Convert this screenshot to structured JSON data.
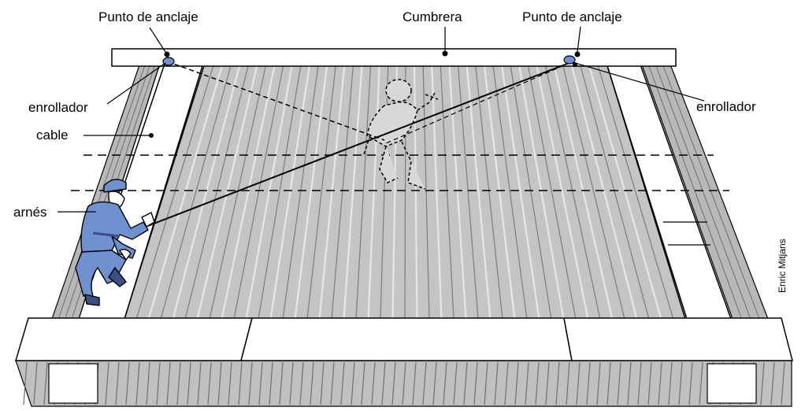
{
  "labels": {
    "anchor_left": "Punto de anclaje",
    "ridge": "Cumbrera",
    "anchor_right": "Punto de anclaje",
    "reel_left": "enrollador",
    "reel_right": "enrollador",
    "cable": "cable",
    "harness": "arnés"
  },
  "credit": "Enric Mitjans",
  "colors": {
    "sheet_gray": "#bcbcbc",
    "sheet_dark": "#8a8a8a",
    "worker_blue": "#6f91cf",
    "worker_dark": "#3b4f86",
    "plank": "#ffffff",
    "ink": "#000000"
  }
}
